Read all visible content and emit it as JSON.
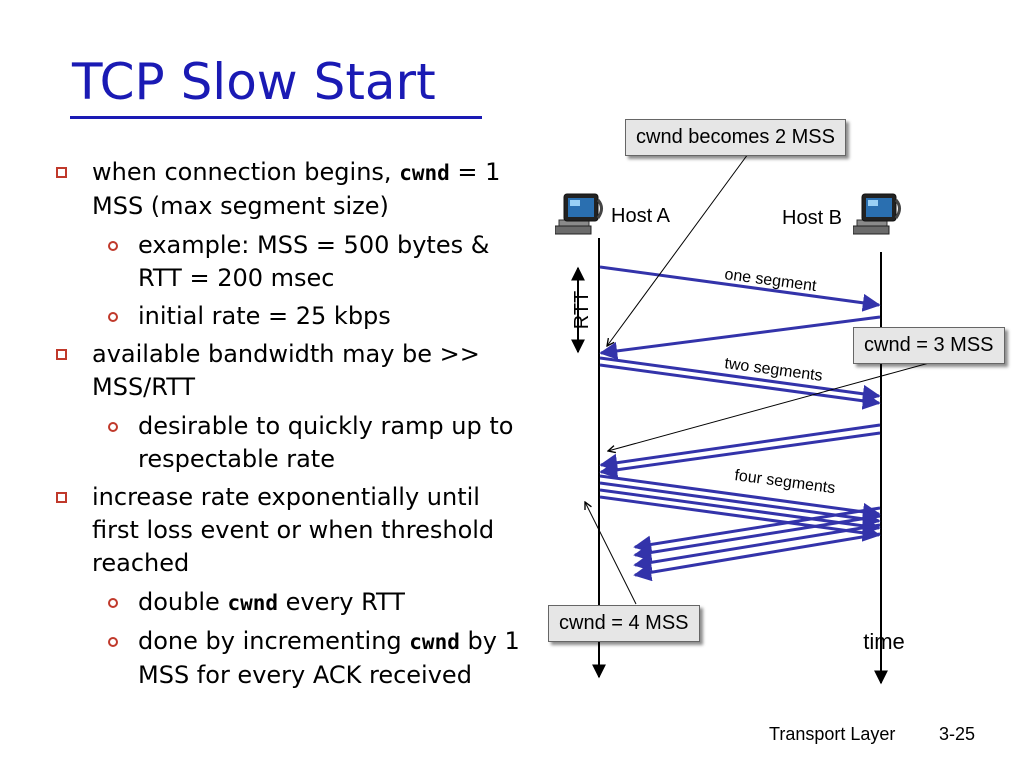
{
  "slide": {
    "title": "TCP Slow Start",
    "footer_left": "Transport Layer",
    "footer_right": "3-25"
  },
  "bullets": {
    "b1": {
      "text_a": "when connection begins, ",
      "code": "cwnd",
      "text_b": " = 1 MSS (max segment size)"
    },
    "b1_1": {
      "text": "example: MSS = 500 bytes & RTT = 200 msec"
    },
    "b1_2": {
      "text": "initial rate = 25 kbps"
    },
    "b2": {
      "text": "available bandwidth may be >> MSS/RTT"
    },
    "b2_1": {
      "text": "desirable to quickly ramp up to respectable rate"
    },
    "b3": {
      "text": "increase rate exponentially until first loss event or when threshold reached"
    },
    "b3_1": {
      "text_a": "double ",
      "code": "cwnd",
      "text_b": " every RTT"
    },
    "b3_2": {
      "text_a": "done by incrementing ",
      "code": "cwnd",
      "text_b": " by 1 MSS for every ACK received"
    }
  },
  "diagram": {
    "host_a": "Host A",
    "host_b": "Host B",
    "rtt_label": "RTT",
    "time_label": "time",
    "seg1_label": "one segment",
    "seg2_label": "two segments",
    "seg4_label": "four segments",
    "callout_1": "cwnd becomes 2 MSS",
    "callout_2": "cwnd = 3 MSS",
    "callout_3": "cwnd = 4 MSS",
    "line_color": "#3333aa"
  }
}
